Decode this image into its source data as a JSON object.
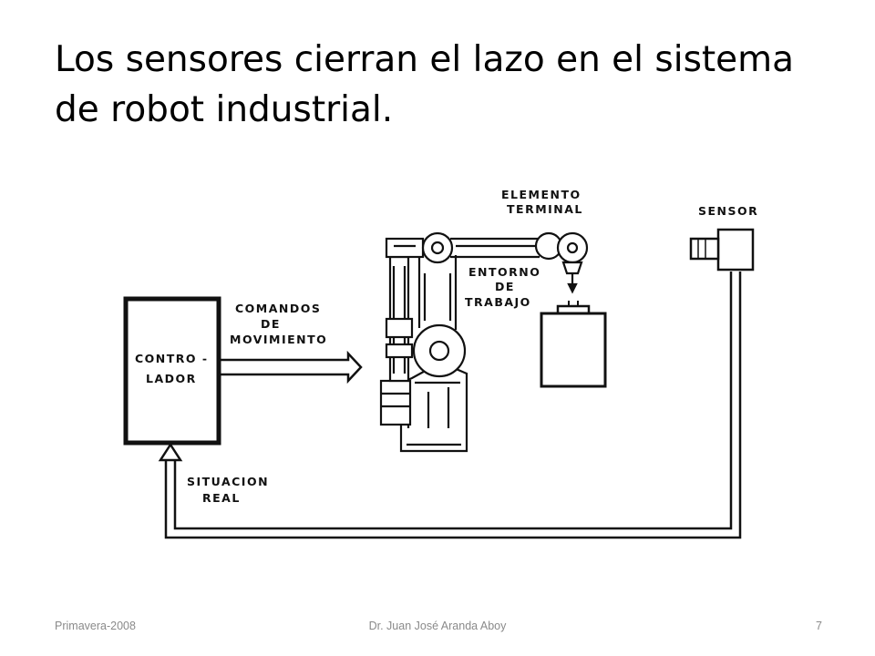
{
  "slide": {
    "title_lines": [
      "Los sensores cierran el lazo en el sistema",
      "de robot industrial."
    ]
  },
  "diagram": {
    "controller_lines": [
      "CONTRO -",
      "LADOR"
    ],
    "commands_lines": [
      "COMANDOS",
      "DE",
      "MOVIMIENTO"
    ],
    "end_effector_lines": [
      "ELEMENTO",
      "TERMINAL"
    ],
    "workspace_lines": [
      "ENTORNO",
      "DE",
      "TRABAJO"
    ],
    "sensor_label": "SENSOR",
    "feedback_lines": [
      "SITUACION",
      "REAL"
    ]
  },
  "footer": {
    "left": "Primavera-2008",
    "center": "Dr. Juan José Aranda Aboy",
    "page": "7"
  }
}
